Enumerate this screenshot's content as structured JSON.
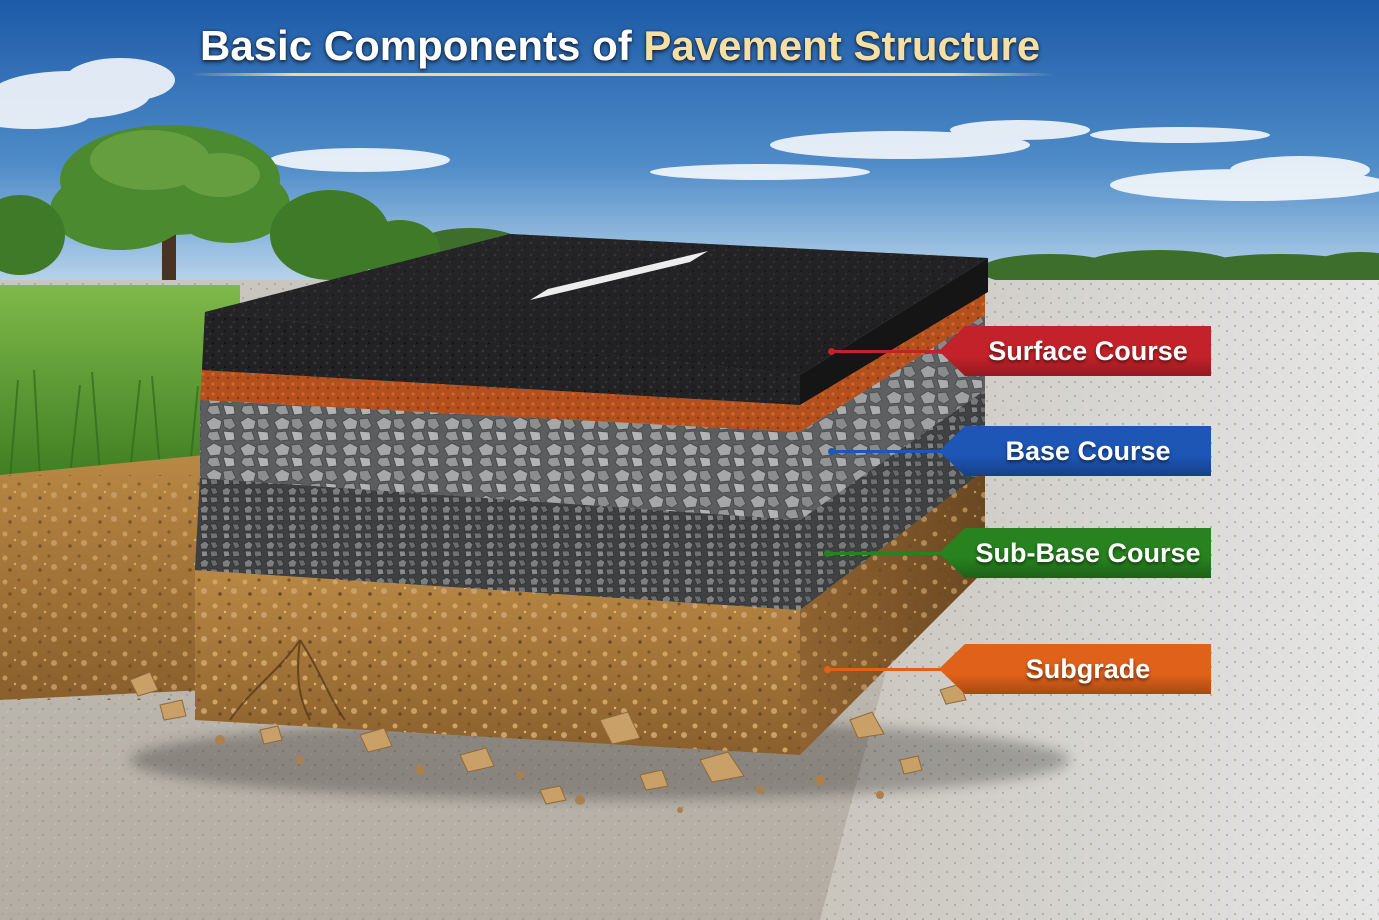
{
  "title": {
    "part1": "Basic Components of ",
    "part2": "Pavement Structure"
  },
  "layers": [
    {
      "label": "Surface Course",
      "color": "#c4222a"
    },
    {
      "label": "Base Course",
      "color": "#1d56b4"
    },
    {
      "label": "Sub-Base Course",
      "color": "#27821f"
    },
    {
      "label": "Subgrade",
      "color": "#e0621a"
    }
  ],
  "colors": {
    "sky_top": "#1f5fae",
    "sky_bottom": "#bcd8ee",
    "asphalt": "#232325",
    "tack_coat": "#b8501c",
    "base_gravel": "#8f9090",
    "subbase_gravel": "#5e6062",
    "subgrade_soil": "#a77a3e",
    "road_marking": "#eeeeee"
  }
}
